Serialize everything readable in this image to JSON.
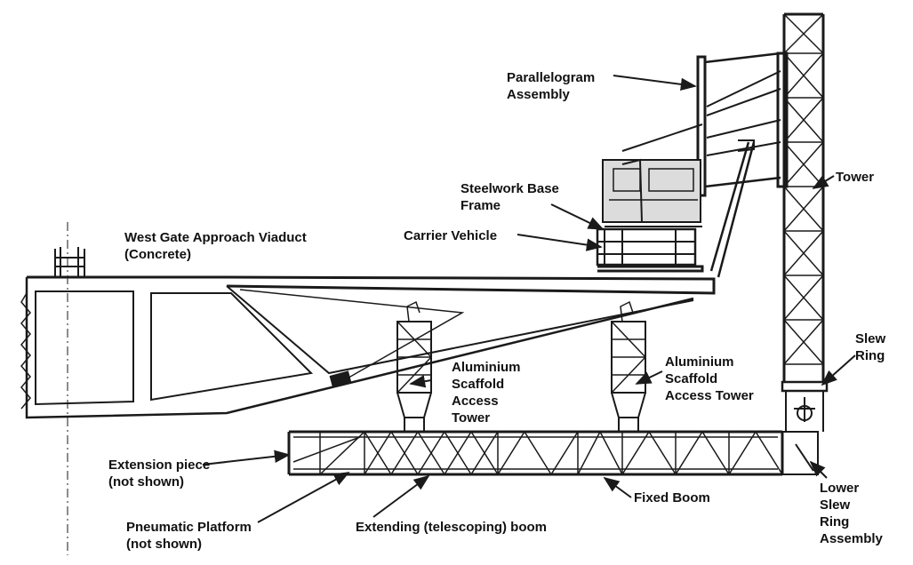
{
  "colors": {
    "ink": "#1a1a1a",
    "background": "#ffffff",
    "shade": "#dcdcdc"
  },
  "labels": {
    "parallelogram": [
      "Parallelogram",
      "Assembly"
    ],
    "tower": [
      "Tower"
    ],
    "steelwork": [
      "Steelwork Base",
      "Frame"
    ],
    "carrier": [
      "Carrier Vehicle"
    ],
    "viaduct": [
      "West Gate Approach Viaduct",
      "(Concrete)"
    ],
    "scaffold_left": [
      "Aluminium",
      "Scaffold",
      "Access",
      "Tower"
    ],
    "scaffold_right": [
      "Aluminium",
      "Scaffold",
      "Access Tower"
    ],
    "slew_ring": [
      "Slew",
      "Ring"
    ],
    "extension": [
      "Extension piece",
      "(not shown)"
    ],
    "lower_slew": [
      "Lower",
      "Slew",
      "Ring",
      "Assembly"
    ],
    "fixed_boom": [
      "Fixed Boom"
    ],
    "pneumatic": [
      "Pneumatic Platform",
      "(not shown)"
    ],
    "extending_boom": [
      "Extending (telescoping) boom"
    ]
  }
}
